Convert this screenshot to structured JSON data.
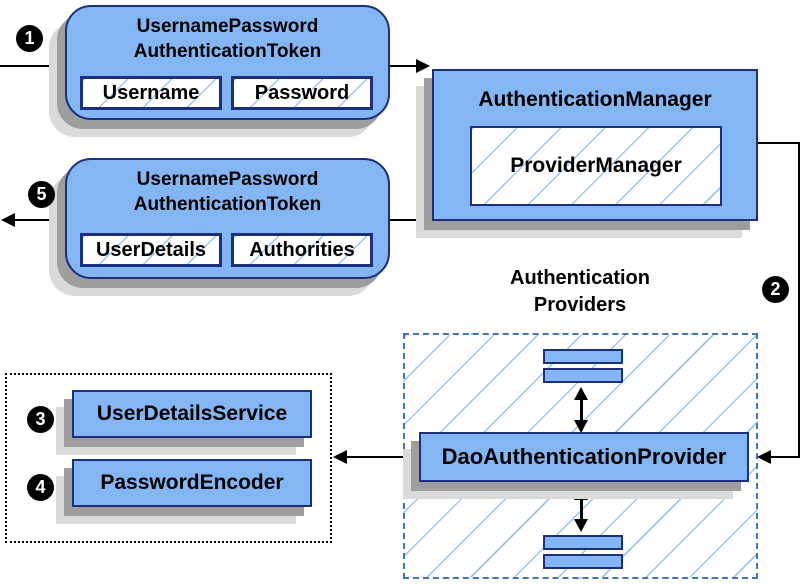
{
  "diagram": {
    "colors": {
      "node_fill": "#84b6f3",
      "node_border": "#1c2f7d",
      "hatch_line": "#9fc4ee",
      "dashed_border": "#4076b5",
      "shadow_dark": "#9e9e9e",
      "shadow_light": "#dadada",
      "line": "#000000",
      "step_bg": "#000000",
      "step_text": "#ffffff"
    },
    "steps": [
      "1",
      "2",
      "3",
      "4",
      "5"
    ],
    "request_token": {
      "title_line1": "UsernamePassword",
      "title_line2": "AuthenticationToken",
      "field_left": "Username",
      "field_right": "Password"
    },
    "authentication_manager": {
      "title": "AuthenticationManager",
      "inner": "ProviderManager"
    },
    "response_token": {
      "title_line1": "UsernamePassword",
      "title_line2": "AuthenticationToken",
      "field_left": "UserDetails",
      "field_right": "Authorities"
    },
    "providers": {
      "label_line1": "Authentication",
      "label_line2": "Providers",
      "provider": "DaoAuthenticationProvider"
    },
    "services": {
      "user_details_service": "UserDetailsService",
      "password_encoder": "PasswordEncoder"
    }
  }
}
